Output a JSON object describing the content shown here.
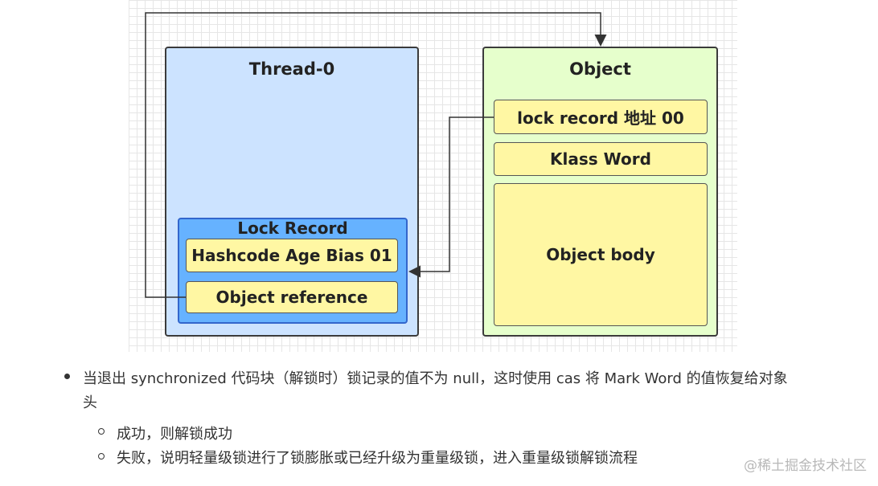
{
  "diagram": {
    "thread_title": "Thread-0",
    "object_title": "Object",
    "lock_record_title": "Lock Record",
    "lock_record_cells": [
      "Hashcode Age Bias 01",
      "Object reference"
    ],
    "object_cells": [
      "lock record 地址 00",
      "Klass Word",
      "Object body"
    ]
  },
  "text": {
    "bullet_main_line1": "当退出 synchronized 代码块（解锁时）锁记录的值不为 null，这时使用 cas 将 Mark Word 的值恢复给对象",
    "bullet_main_line2": "头",
    "sub_bullets": [
      "成功，则解锁成功",
      "失败，说明轻量级锁进行了锁膨胀或已经升级为重量级锁，进入重量级锁解锁流程"
    ]
  },
  "watermark": "@稀土掘金技术社区",
  "colors": {
    "thread_fill": "#cce3ff",
    "object_fill": "#e6ffcc",
    "lock_record_fill": "#66b2ff",
    "cell_fill": "#fff7a3"
  }
}
